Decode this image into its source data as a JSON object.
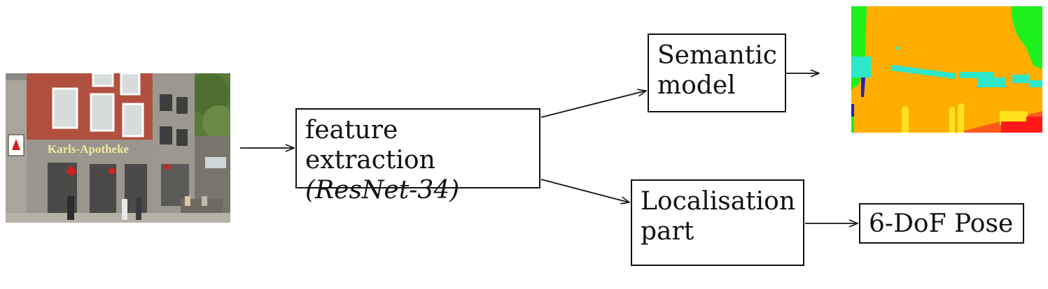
{
  "nodes": {
    "feature_extraction": {
      "line1": "feature extraction",
      "line2": "(ResNet-34)"
    },
    "semantic_model": {
      "line1": "Semantic",
      "line2": "model"
    },
    "localisation_part": {
      "line1": "Localisation",
      "line2": "part"
    },
    "pose_output": {
      "label": "6-DoF Pose"
    }
  },
  "input_image": {
    "sign_text": "Karls-Apotheke",
    "colors": {
      "brick": "#b2503f",
      "stone": "#9c9890",
      "tree": "#5a7a3a"
    }
  },
  "segmentation_output": {
    "colors": {
      "building": "#ffae00",
      "sky": "#1ef01e",
      "window": "#2ee6c8",
      "pedestrian": "#ffe21a",
      "road": "#ff5a1a",
      "car": "#ff1a1a",
      "pole": "#2020c0"
    }
  },
  "edges": [
    {
      "from": "input_image",
      "to": "feature_extraction"
    },
    {
      "from": "feature_extraction",
      "to": "semantic_model"
    },
    {
      "from": "feature_extraction",
      "to": "localisation_part"
    },
    {
      "from": "semantic_model",
      "to": "segmentation_output"
    },
    {
      "from": "localisation_part",
      "to": "pose_output"
    }
  ]
}
